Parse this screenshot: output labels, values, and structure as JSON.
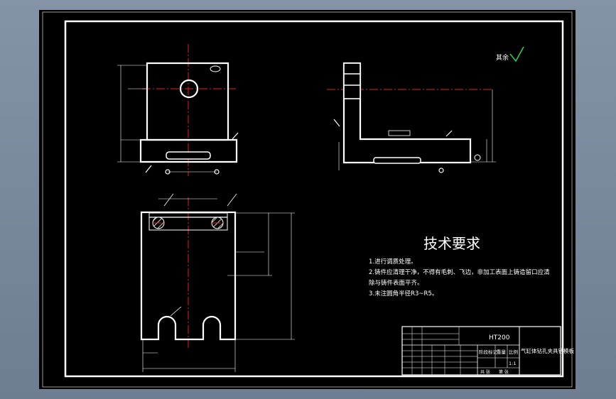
{
  "tech_requirements": {
    "title": "技术要求",
    "items": [
      "1.进行调质处理。",
      "2.铸件应清理干净，不得有毛刺、飞边，非加工表面上铸造留口应清",
      "除与铸件表面平齐。",
      "3.未注圆角半径R3~R5。"
    ]
  },
  "surface_note": {
    "text": "其余"
  },
  "title_block": {
    "drawing_number": "HT200",
    "part_name": "气缸体钻孔夹具钻模板",
    "scale_label": "比例",
    "scale_value": "1:1",
    "weight_label": "重量",
    "stage_label": "阶段标记",
    "sheet_label": "共 张",
    "sheet_label2": "第 张"
  },
  "colors": {
    "sheet": "#000000",
    "linework": "#ffffff",
    "centerline": "#e02020",
    "surface_mark": "#33cc55",
    "section_fill": "#ffffff",
    "background": "#7a889c"
  }
}
